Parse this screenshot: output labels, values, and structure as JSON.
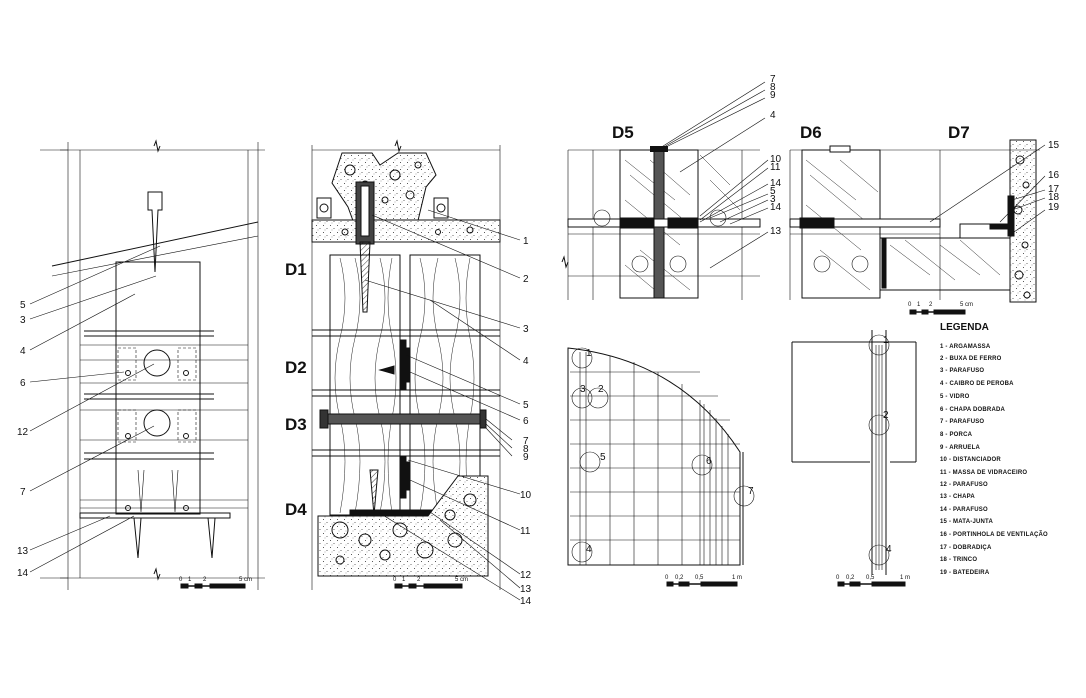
{
  "panel_a": {
    "callouts": [
      "5",
      "3",
      "4",
      "6",
      "12",
      "7",
      "13",
      "14"
    ],
    "scale": {
      "ticks": [
        "0",
        "1",
        "2",
        "5 cm"
      ]
    }
  },
  "panel_b": {
    "detail_labels": [
      "D1",
      "D2",
      "D3",
      "D4"
    ],
    "callouts": [
      "1",
      "2",
      "3",
      "4",
      "5",
      "6",
      "7",
      "8",
      "9",
      "10",
      "11",
      "12",
      "13",
      "14"
    ],
    "scale": {
      "ticks": [
        "0",
        "1",
        "2",
        "5 cm"
      ]
    }
  },
  "panel_c": {
    "detail_labels": [
      "D5",
      "D6",
      "D7"
    ],
    "callouts_top": [
      "7",
      "8",
      "9",
      "4",
      "10",
      "11",
      "14",
      "5",
      "3",
      "14",
      "13"
    ],
    "callouts_right": [
      "15",
      "16",
      "17",
      "18",
      "19"
    ],
    "scale": {
      "ticks": [
        "0",
        "1",
        "2",
        "5 cm"
      ]
    }
  },
  "panel_d": {
    "circle_labels": [
      "1",
      "3",
      "2",
      "5",
      "6",
      "7",
      "4"
    ],
    "scale": {
      "ticks": [
        "0",
        "0,2",
        "0,5",
        "1 m"
      ]
    }
  },
  "panel_e": {
    "circle_labels": [
      "1",
      "2",
      "4"
    ],
    "scale": {
      "ticks": [
        "0",
        "0,2",
        "0,5",
        "1 m"
      ]
    }
  },
  "legend": {
    "title": "LEGENDA",
    "items": [
      "1  - ARGAMASSA",
      "2  - BUXA DE FERRO",
      "3  - PARAFUSO",
      "4  - CAIBRO DE PEROBA",
      "5  - VIDRO",
      "6  - CHAPA DOBRADA",
      "7  - PARAFUSO",
      "8  - PORCA",
      "9  - ARRUELA",
      "10  - DISTANCIADOR",
      "11  - MASSA DE VIDRACEIRO",
      "12  - PARAFUSO",
      "13  - CHAPA",
      "14  - PARAFUSO",
      "15  - MATA-JUNTA",
      "16  - PORTINHOLA DE VENTILAÇÃO",
      "17  - DOBRADIÇA",
      "18  - TRINCO",
      "19  - BATEDEIRA"
    ]
  }
}
